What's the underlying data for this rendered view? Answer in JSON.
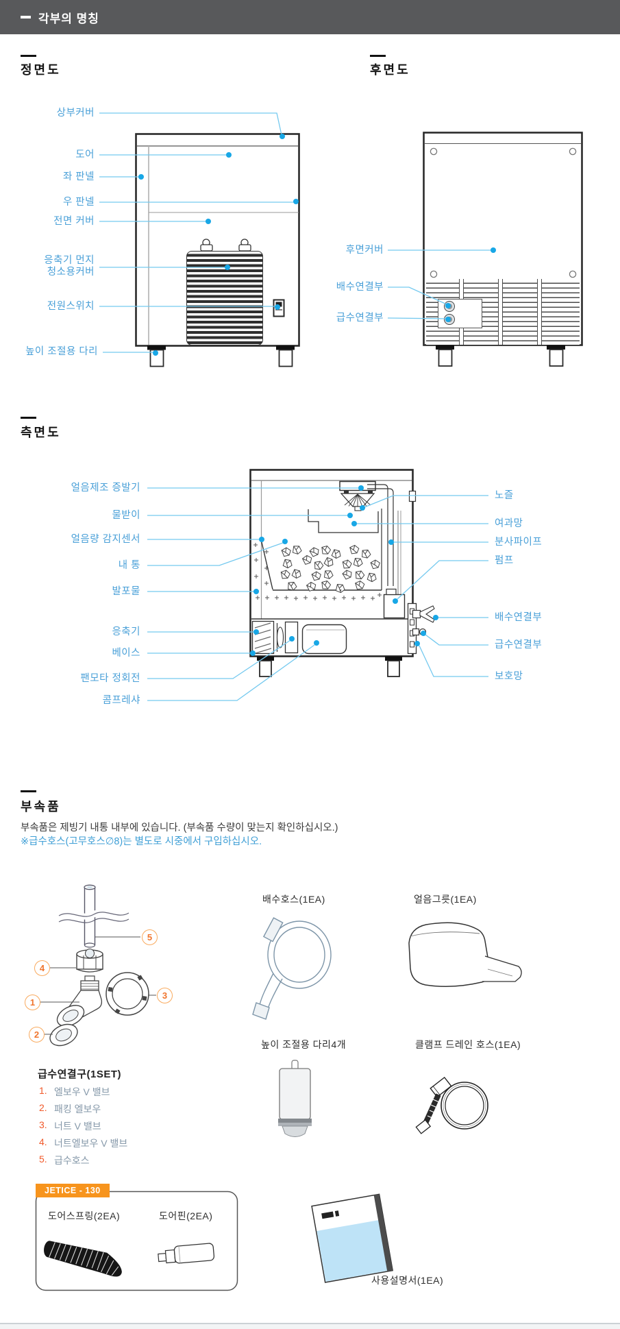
{
  "header": {
    "title": "각부의 명칭"
  },
  "front": {
    "title": "정면도",
    "labels": {
      "top_cover": "상부커버",
      "door": "도어",
      "left_panel": "좌 판넬",
      "right_panel": "우 판넬",
      "front_cover": "전면 커버",
      "condenser_cover_1": "응축기 먼지",
      "condenser_cover_2": "청소용커버",
      "power_switch": "전원스위치",
      "leveling_leg": "높이 조절용 다리"
    }
  },
  "rear": {
    "title": "후면도",
    "labels": {
      "rear_cover": "후면커버",
      "drain_conn": "배수연결부",
      "water_conn": "급수연결부"
    }
  },
  "side": {
    "title": "측면도",
    "labels": {
      "evaporator": "얼음제조 증발기",
      "drip_tray": "물받이",
      "ice_sensor": "얼음량 감지센서",
      "inner_tank": "내 통",
      "foam": "발포물",
      "condenser": "응축기",
      "base": "베이스",
      "fan_motor": "팬모타 정회전",
      "compressor": "콤프레샤",
      "nozzle": "노즐",
      "filter_mesh": "여과망",
      "spray_pipe": "분사파이프",
      "pump": "펌프",
      "drain_conn": "배수연결부",
      "water_conn": "급수연결부",
      "guard_mesh": "보호망"
    }
  },
  "accessories": {
    "title": "부속품",
    "desc": "부속품은 제빙기 내통 내부에 있습니다. (부속품 수량이 맞는지 확인하십시오.)",
    "note": "※급수호스(고무호스∅8)는 별도로 시중에서 구입하십시오.",
    "drain_hose": "배수호스(1EA)",
    "ice_scoop": "얼음그릇(1EA)",
    "legs": "높이 조절용 다리4개",
    "clamp_hose": "클램프 드레인 호스(1EA)",
    "connector_set": {
      "title": "급수연결구(1SET)",
      "items": [
        {
          "num": "1.",
          "name": "엘보우 V 밸브"
        },
        {
          "num": "2.",
          "name": "패킹 엘보우"
        },
        {
          "num": "3.",
          "name": "너트 V 밸브"
        },
        {
          "num": "4.",
          "name": "너트엘보우 V 밸브"
        },
        {
          "num": "5.",
          "name": "급수호스"
        }
      ]
    },
    "callouts": [
      "1",
      "2",
      "3",
      "4",
      "5"
    ],
    "model_badge": "JETICE - 130",
    "door_spring": "도어스프링(2EA)",
    "door_pin": "도어핀(2EA)",
    "manual": "사용설명서(1EA)"
  },
  "colors": {
    "accent_blue": "#29abe2",
    "leader_line": "#74c9ef",
    "label_blue": "#4aa0d8",
    "orange_badge": "#f7941d",
    "list_number_orange": "#f1592a",
    "header_gray": "#58595b"
  }
}
